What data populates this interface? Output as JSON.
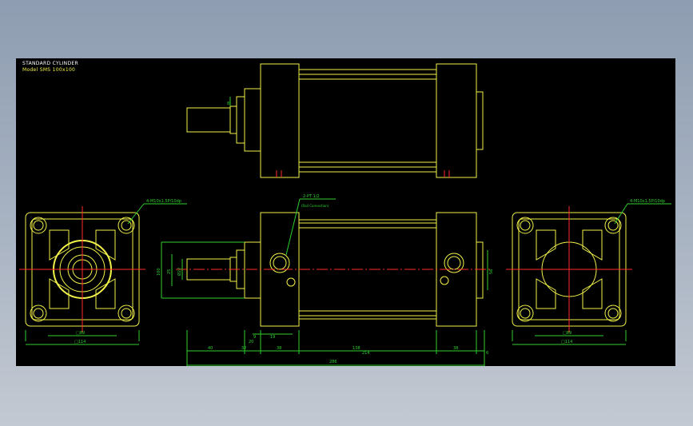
{
  "title": {
    "line1": "STANDARD CYLINDER",
    "line2": "Model SMS 100x100"
  },
  "callouts": {
    "port": "2-PT 1/2",
    "port_sub": "(Rail Connection)",
    "left_holes": "4-M10x1.5P/10dp",
    "right_holes": "4-M10x1.5P/10dp"
  },
  "dims": {
    "sq_inner_left": "□89",
    "sq_outer_left": "□114",
    "sq_inner_right": "□89",
    "sq_outer_right": "□114",
    "d_rod": "25",
    "d_body": "100",
    "d_end": "56",
    "d_small": "Ø22",
    "len_40": "40",
    "len_32": "32",
    "len_20": "20",
    "len_38": "38",
    "len_138": "138",
    "len_38b": "38",
    "len_214": "214",
    "len_286": "286",
    "len_6": "6",
    "len_19": "19",
    "len_9": "9",
    "len_8": "8"
  },
  "colors": {
    "background": "#000000",
    "outline": "#f2f24a",
    "dimension": "#2fd02f",
    "centerline": "#ff2a2a",
    "accent_white": "#ffffff"
  }
}
